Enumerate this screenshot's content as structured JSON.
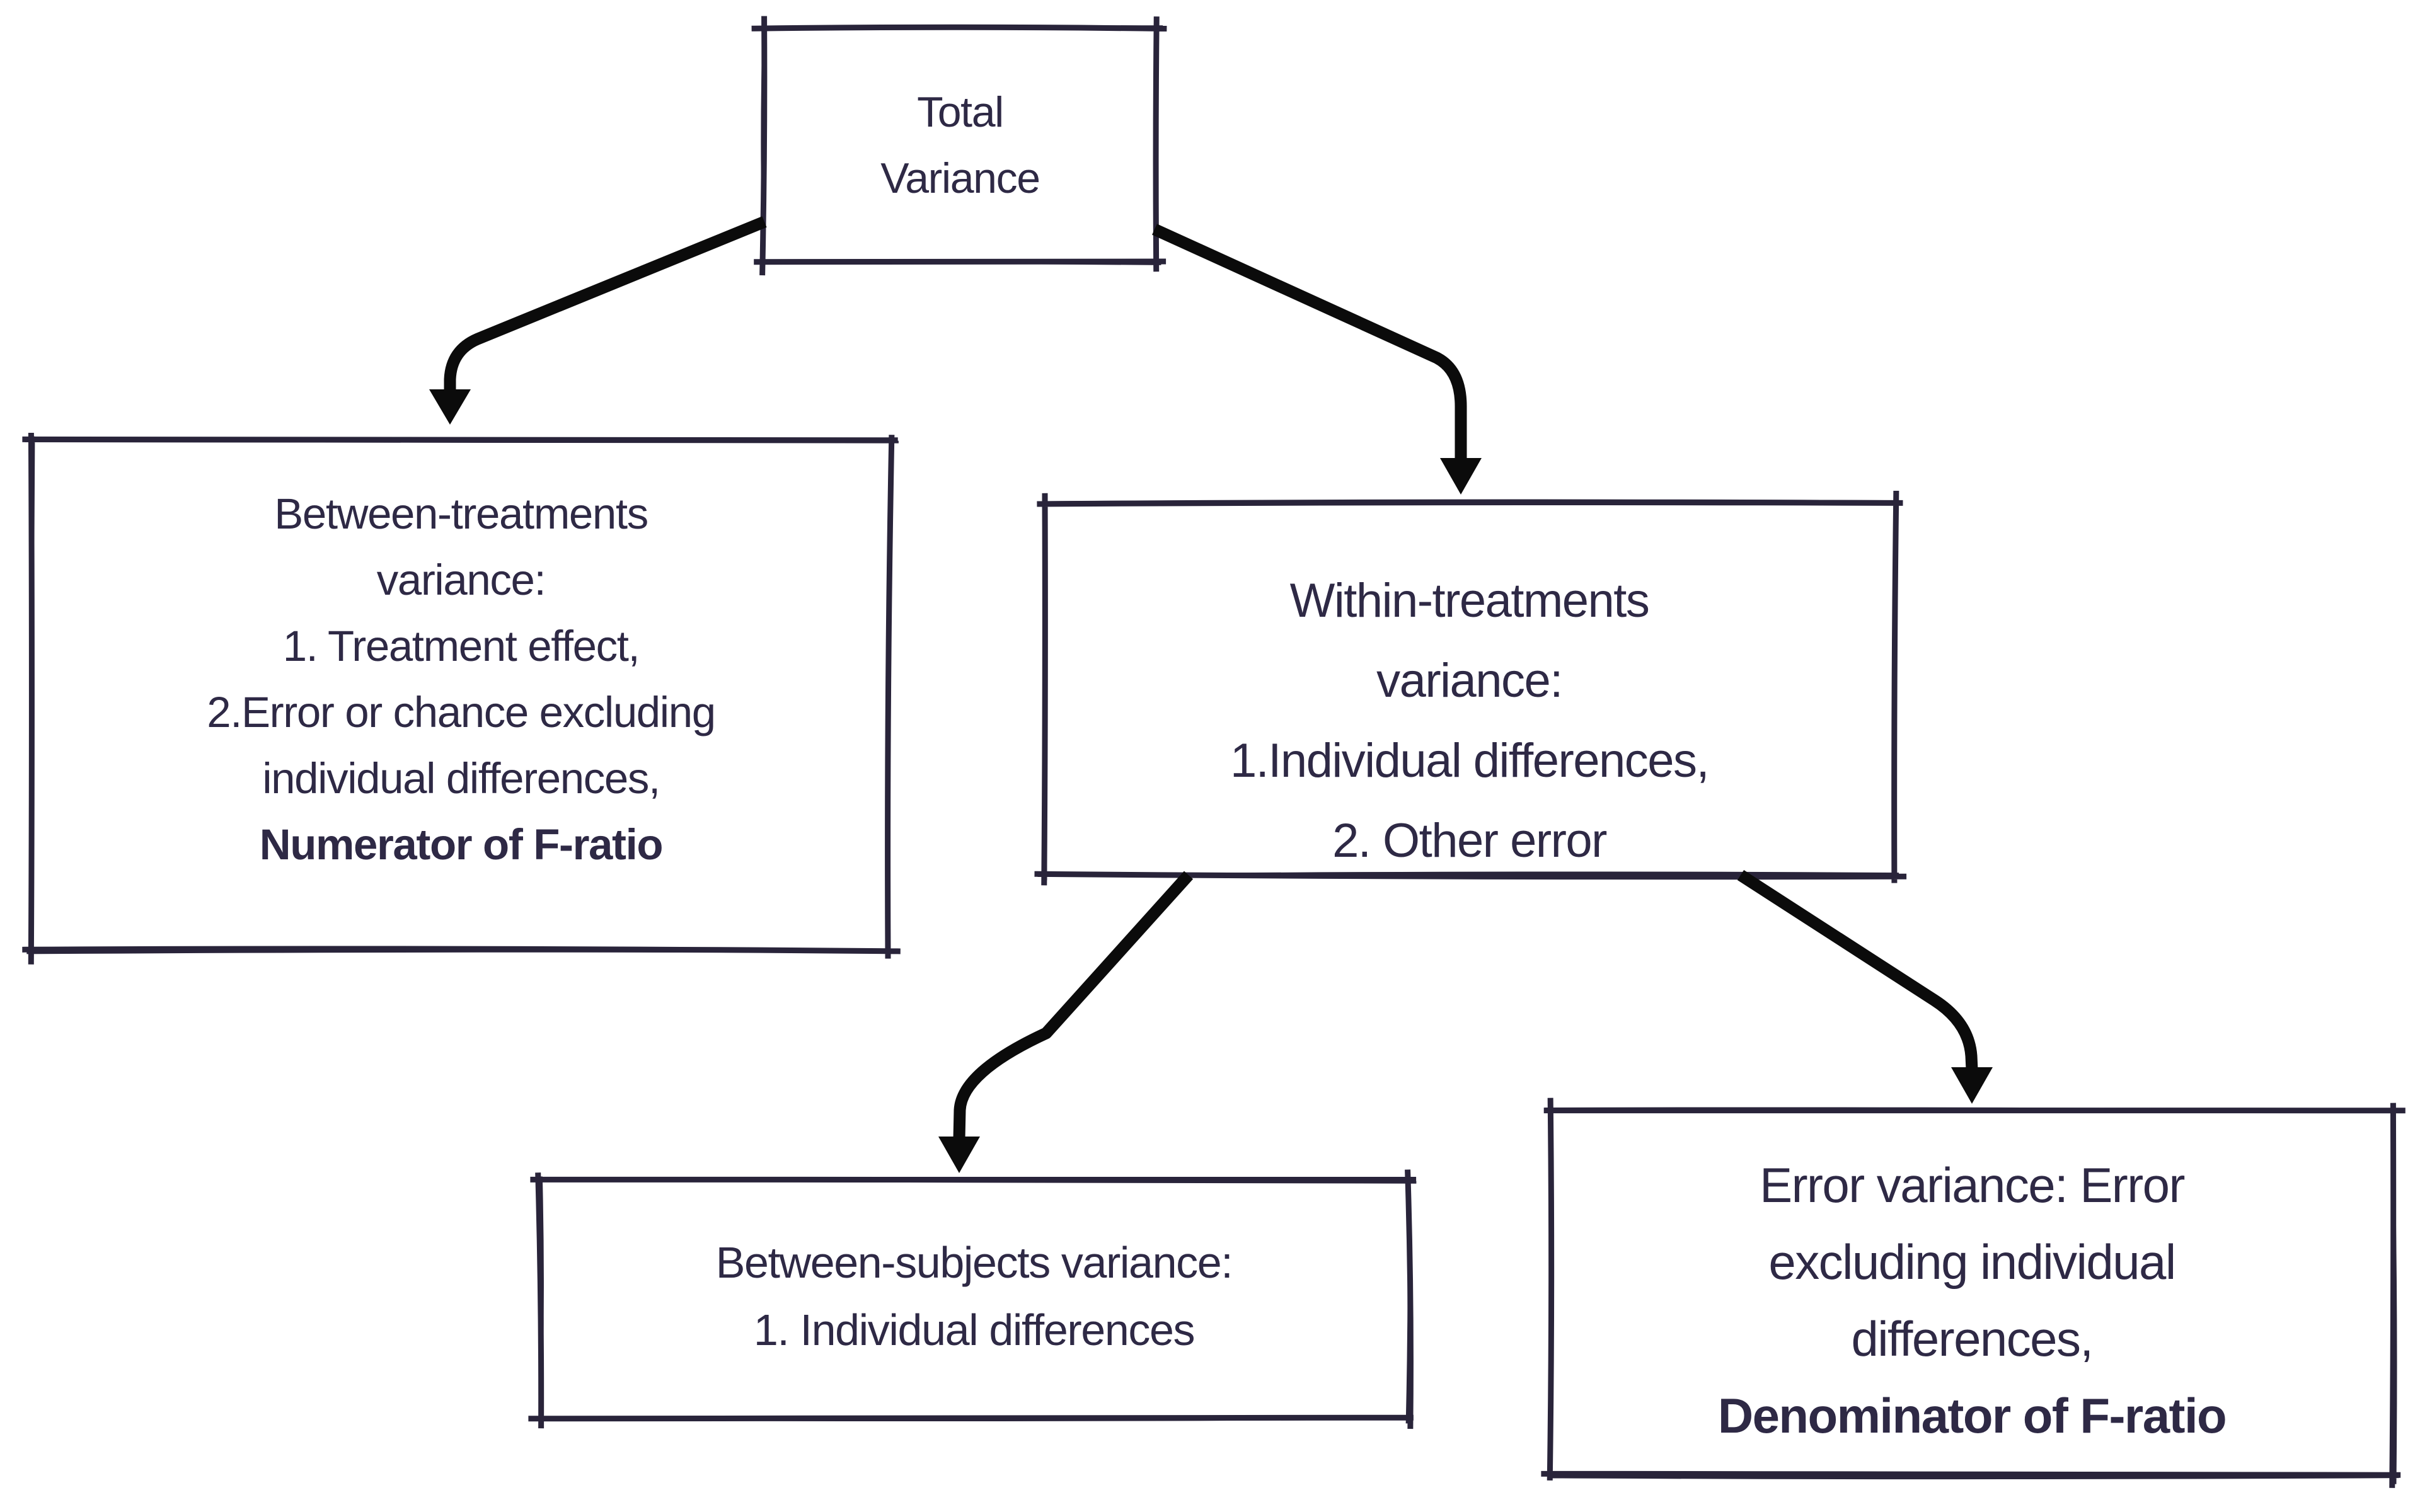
{
  "colors": {
    "background": "#ffffff",
    "ink": "#2e2945",
    "border": "#29243a",
    "arrow": "#0b0b0b"
  },
  "flowchart": {
    "nodes": {
      "total_variance": {
        "label_lines": [
          "Total",
          "Variance"
        ]
      },
      "between_treatments": {
        "label_lines": [
          "Between-treatments",
          "variance:",
          "1. Treatment effect,",
          "2.Error or chance excluding",
          "individual differences,",
          "Numerator of F-ratio"
        ],
        "bold_last_line": true
      },
      "within_treatments": {
        "label_lines": [
          "Within-treatments",
          "variance:",
          "1.Individual differences,",
          "2. Other error"
        ],
        "bold_last_line": false
      },
      "between_subjects": {
        "label_lines": [
          "Between-subjects variance:",
          "1. Individual differences"
        ],
        "bold_last_line": false
      },
      "error_variance": {
        "label_lines": [
          "Error variance: Error",
          "excluding individual",
          "differences,",
          "Denominator of F-ratio"
        ],
        "bold_last_line": true
      }
    },
    "edges": [
      {
        "from": "total_variance",
        "to": "between_treatments"
      },
      {
        "from": "total_variance",
        "to": "within_treatments"
      },
      {
        "from": "within_treatments",
        "to": "between_subjects"
      },
      {
        "from": "within_treatments",
        "to": "error_variance"
      }
    ]
  }
}
